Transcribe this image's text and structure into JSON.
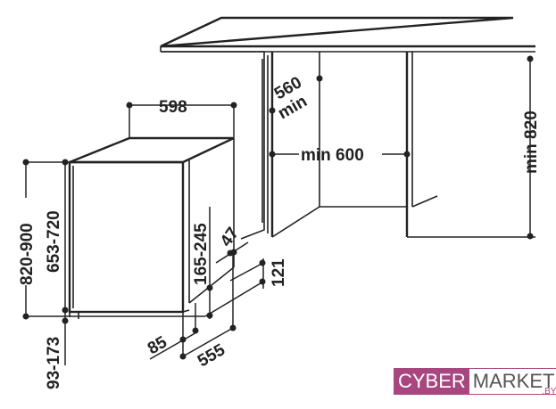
{
  "diagram": {
    "labels": {
      "width": "598",
      "depth_min": "560",
      "depth_min_suffix": "min",
      "niche_width": "min 600",
      "niche_height": "min 820",
      "total_height": "820-900",
      "body_height": "653-720",
      "feet_height": "93-173",
      "door_gap": "165-245",
      "d47": "47",
      "d121": "121",
      "d85": "85",
      "d555": "555"
    }
  },
  "logo": {
    "part1": "CYBER",
    "part2": "MARKET",
    "suffix": ".BY",
    "color": "#a8477f"
  }
}
